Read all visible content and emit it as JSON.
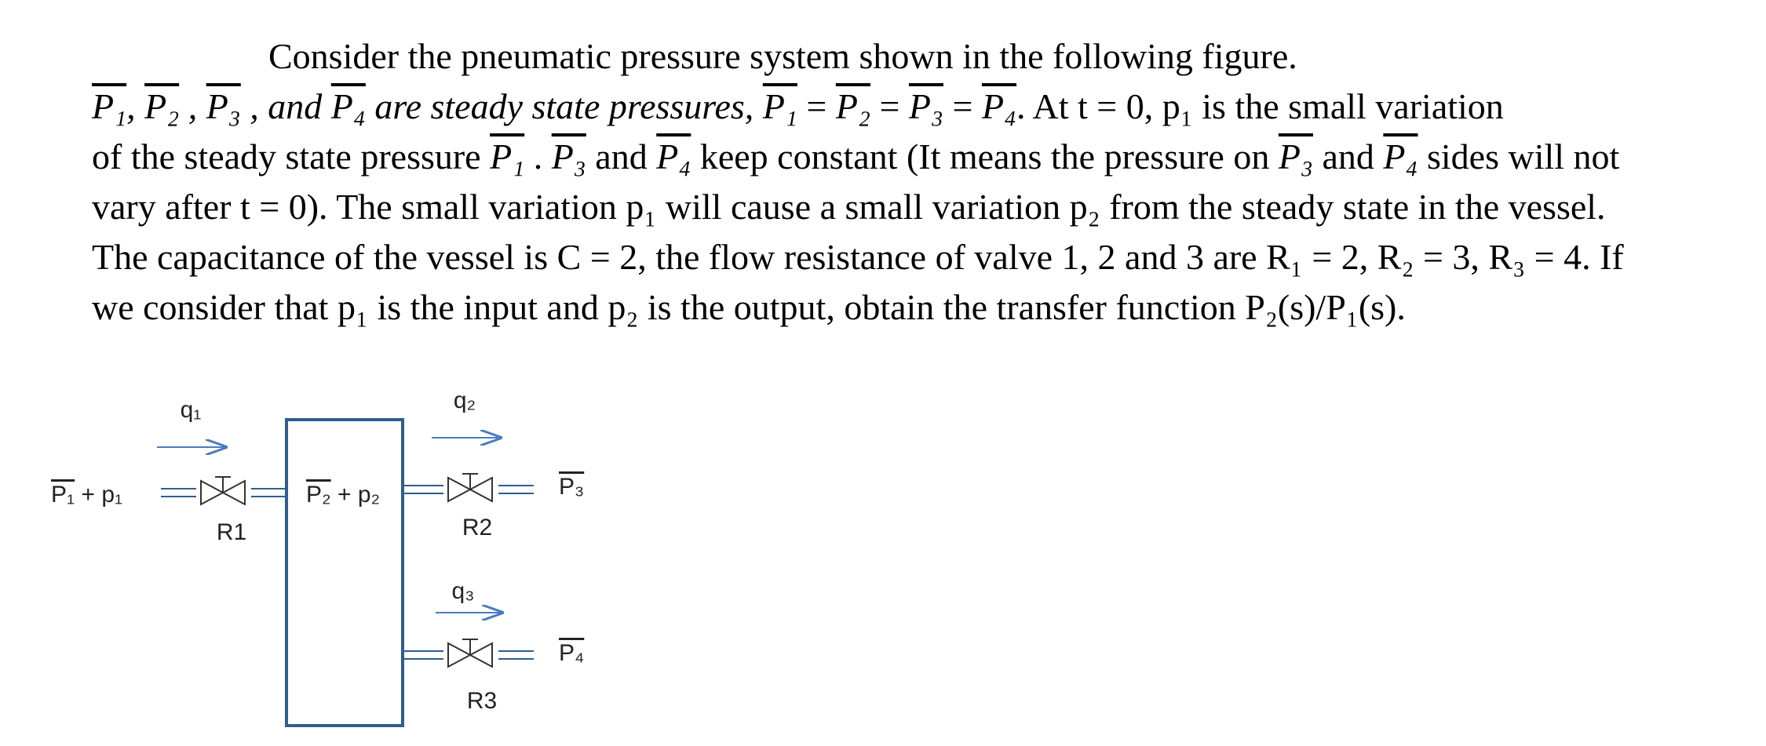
{
  "problem": {
    "line1": "Consider the pneumatic pressure system shown in the following figure.",
    "line2_var_list": ",  ,  , and  are steady state pressures, ",
    "line2_tail": ". At t = 0, p₁ is the small variation",
    "line3_a": "of the steady state pressure ",
    "line3_b": " keep constant (It means the pressure on ",
    "line3_c": " sides will not",
    "line4": "vary after t = 0). The small variation p₁ will cause a small variation p₂ from the steady state in the vessel.",
    "line5": "The capacitance of the vessel is C = 2, the flow resistance of valve 1, 2 and 3 are R₁ = 2, R₂ = 3, R₃ = 4. If",
    "line6": "we consider that p₁ is the input and p₂ is the output, obtain the transfer function P₂(s)/P₁(s).",
    "and_word": "and",
    "dot_sep": " .",
    "eq": "="
  },
  "symbols": {
    "P1": "P₁",
    "P2": "P₂",
    "P3": "P₃",
    "P4": "P₄"
  },
  "diagram": {
    "q1": "q₁",
    "q2": "q₂",
    "q3": "q₃",
    "inlet_P": "P₁",
    "inlet_p": " + p₁",
    "vessel_P": "P₂",
    "vessel_p": " + p₂",
    "out_P3": "P₃",
    "out_P4": "P₄",
    "r1": "R1",
    "r2": "R2",
    "r3": "R3",
    "line_color": "#2f5d8c",
    "arrow_color": "#4a7bc0"
  }
}
